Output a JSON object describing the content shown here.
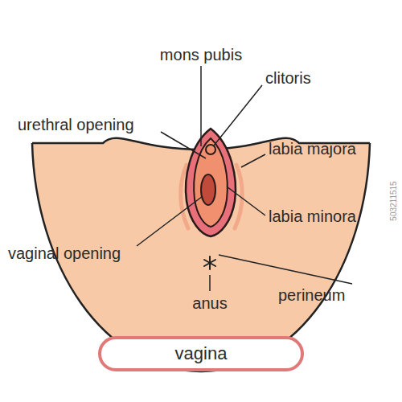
{
  "diagram": {
    "nodes": [
      {
        "text": [
          "vagina"
        ]
      }
    ],
    "edges": [],
    "labels": [
      "mons pubis",
      "clitoris",
      "urethral opening",
      "labia majora",
      "labia minora",
      "vaginal opening",
      "perineum",
      "anus",
      "503211515"
    ]
  }
}
